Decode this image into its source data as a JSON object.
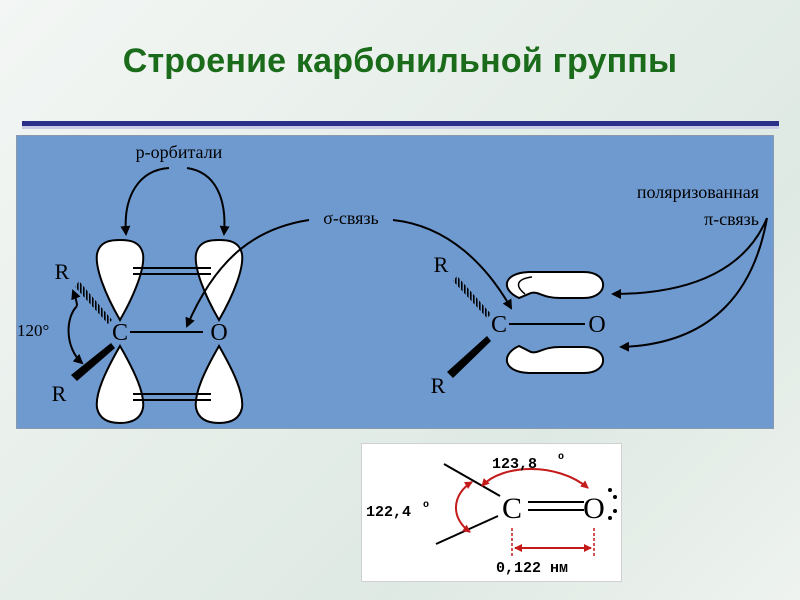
{
  "title": "Строение карбонильной группы",
  "panel": {
    "label_p_orbitals": "р-орбитали",
    "label_sigma": "σ-связь",
    "label_polarized_1": "поляризованная",
    "label_polarized_2": "π-связь",
    "angle": "120°",
    "atom_r": "R",
    "atom_c": "C",
    "atom_o": "O"
  },
  "inset": {
    "angle_top": "123,8",
    "angle_left": "122,4",
    "degree": "o",
    "bond_length": "0,122 нм",
    "atom_c": "C",
    "atom_o": "O"
  },
  "colors": {
    "title": "#1a6b1a",
    "panel": "#6f9ad0",
    "rule": "#2c2f8a",
    "inset_red": "#c41a1a"
  }
}
